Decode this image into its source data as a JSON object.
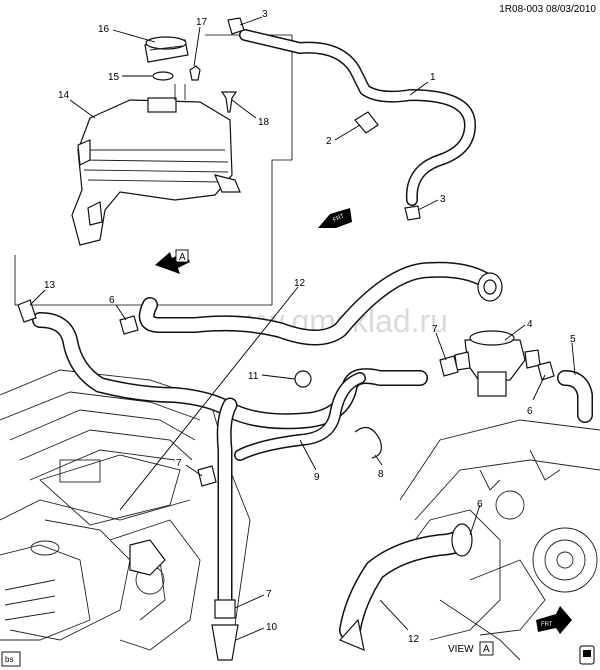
{
  "header": {
    "diagram_code": "1R08-003 08/03/2010"
  },
  "watermark": "www.gmsklad.ru",
  "callouts": [
    "1",
    "2",
    "3",
    "3",
    "4",
    "5",
    "6",
    "6",
    "6",
    "7",
    "7",
    "7",
    "8",
    "9",
    "10",
    "11",
    "12",
    "12",
    "13",
    "14",
    "15",
    "16",
    "17",
    "18"
  ],
  "view_letter": "A",
  "view_label": "VIEW",
  "fwd_label": "FRT",
  "corner_tag": "bs",
  "colors": {
    "line": "#111111",
    "background": "#ffffff"
  }
}
